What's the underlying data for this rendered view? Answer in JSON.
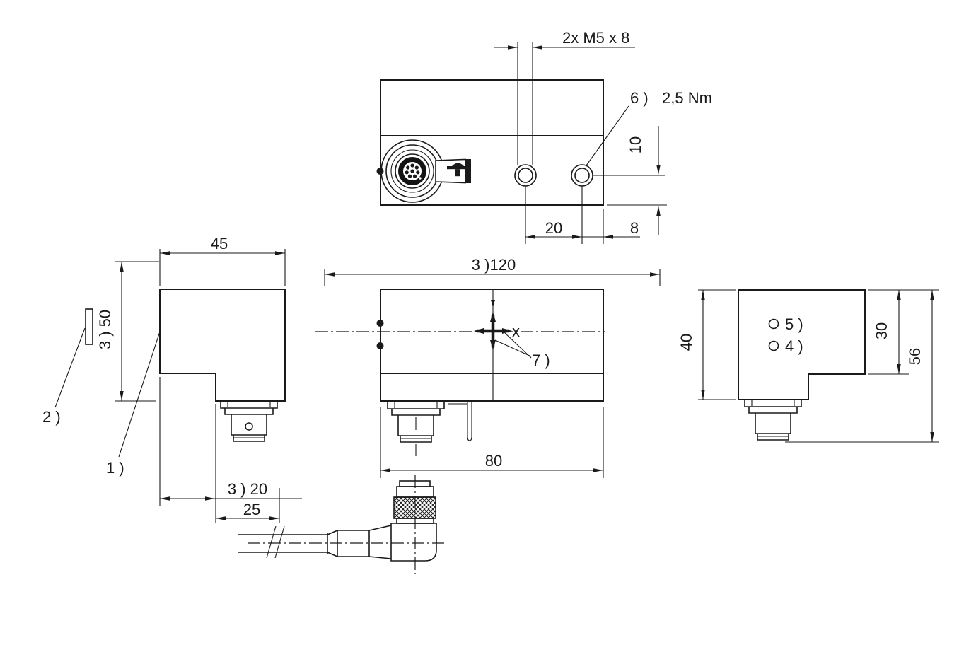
{
  "drawing": {
    "top_view": {
      "thread_spec": "2x M5 x 8",
      "callout_6": "6 )",
      "torque": "2,5 Nm",
      "dim_hole_depth": "10",
      "dim_hole_spacing": "20",
      "dim_edge_offset": "8"
    },
    "side_view_left": {
      "dim_width": "45",
      "dim_height": "3 ) 50",
      "dim_step": "3 ) 20",
      "dim_lower_width": "25",
      "callout_1": "1 )",
      "callout_2": "2 )"
    },
    "front_view": {
      "dim_total_length": "3 )120",
      "dim_body_length": "80",
      "callout_7": "7 )",
      "axis_label_x": "x"
    },
    "side_view_right": {
      "dim_height_left": "40",
      "dim_height_step": "30",
      "dim_total_height": "56",
      "callout_5": "5 )",
      "callout_4": "4 )"
    }
  }
}
